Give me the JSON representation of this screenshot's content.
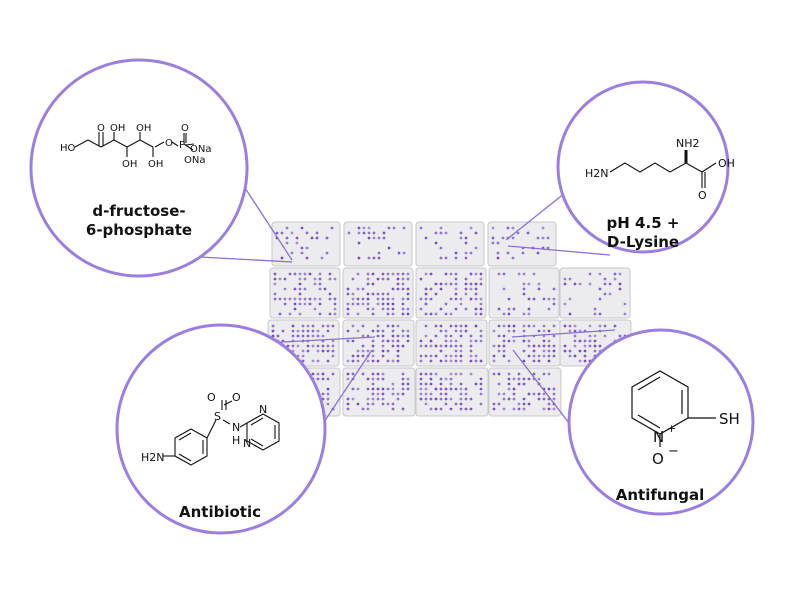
{
  "compounds": {
    "top_left": {
      "label_line1": "d-fructose-",
      "label_line2": "6-phosphate",
      "atoms": {
        "ho": "HO",
        "o_carbonyl": "O",
        "oh_top1": "OH",
        "oh_top2": "OH",
        "oh_bot1": "OH",
        "oh_bot2": "OH",
        "o_ester": "O",
        "p": "P",
        "o_pdbl": "O",
        "ona1": "ONa",
        "ona2": "ONa"
      }
    },
    "top_right": {
      "label_line1": "pH 4.5 +",
      "label_line2": "D-Lysine",
      "atoms": {
        "h2n": "H2N",
        "nh2": "NH2",
        "oh": "OH",
        "o": "O"
      }
    },
    "bottom_left": {
      "label": "Antibiotic",
      "atoms": {
        "h2n": "H2N",
        "s": "S",
        "o1": "O",
        "o2": "O",
        "nh": "N",
        "h": "H",
        "n1": "N",
        "n2": "N"
      }
    },
    "bottom_right": {
      "label": "Antifungal",
      "atoms": {
        "n": "N",
        "plus": "+",
        "sh": "SH",
        "o": "O",
        "minus": "−"
      }
    }
  },
  "colors": {
    "circle_stroke": "#9b7fe0",
    "callout_line": "#8a6fd6",
    "well_purple": "#6b3fc4",
    "plate_fill": "#ececee",
    "plate_edge": "#c9c9cd"
  }
}
